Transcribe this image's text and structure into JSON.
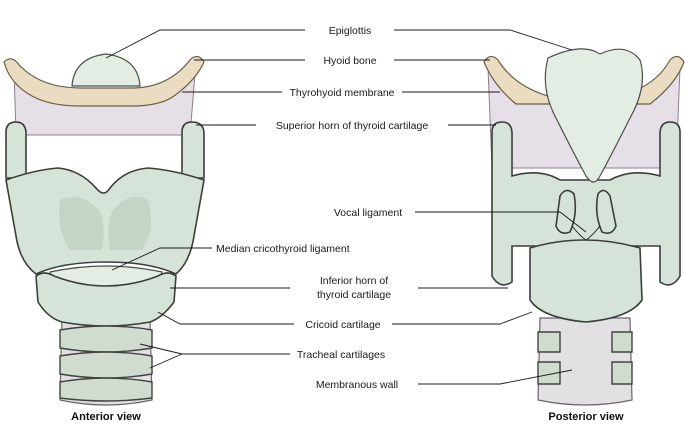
{
  "labels": {
    "epiglottis": "Epiglottis",
    "hyoid_bone": "Hyoid bone",
    "thyrohyoid_membrane": "Thyrohyoid membrane",
    "superior_horn": "Superior horn of thyroid cartilage",
    "vocal_ligament": "Vocal ligament",
    "median_cricothyroid": "Median cricothyroid ligament",
    "inferior_horn_line1": "Inferior horn of",
    "inferior_horn_line2": "thyroid cartilage",
    "cricoid": "Cricoid cartilage",
    "tracheal_cartilages": "Tracheal cartilages",
    "membranous_wall": "Membranous wall"
  },
  "views": {
    "anterior": "Anterior view",
    "posterior": "Posterior view"
  },
  "colors": {
    "cartilage": "#d6e3d8",
    "bone": "#e9dcc0",
    "membrane": "#e7dfe7",
    "trachea": "#e2e0e2"
  }
}
